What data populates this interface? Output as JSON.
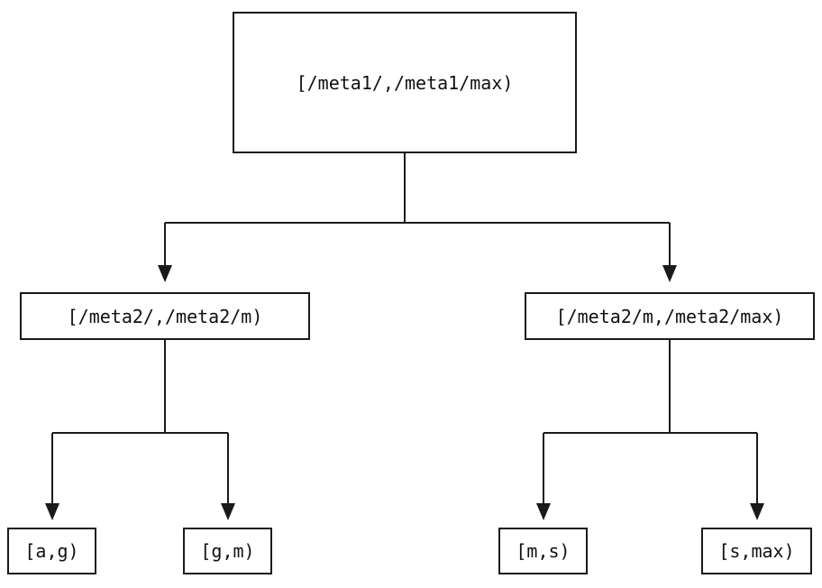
{
  "diagram": {
    "type": "tree",
    "nodes": {
      "root": {
        "label": "[/meta1/,/meta1/max)"
      },
      "left": {
        "label": "[/meta2/,/meta2/m)"
      },
      "right": {
        "label": "[/meta2/m,/meta2/max)"
      },
      "leaf_ag": {
        "label": "[a,g)"
      },
      "leaf_gm": {
        "label": "[g,m)"
      },
      "leaf_ms": {
        "label": "[m,s)"
      },
      "leaf_smax": {
        "label": "[s,max)"
      }
    },
    "edges": [
      {
        "from": "root",
        "to": "left"
      },
      {
        "from": "root",
        "to": "right"
      },
      {
        "from": "left",
        "to": "leaf_ag"
      },
      {
        "from": "left",
        "to": "leaf_gm"
      },
      {
        "from": "right",
        "to": "leaf_ms"
      },
      {
        "from": "right",
        "to": "leaf_smax"
      }
    ],
    "colors": {
      "line": "#1a1a1a",
      "box_border": "#1a1a1a",
      "text": "#111111",
      "background": "#ffffff"
    }
  }
}
